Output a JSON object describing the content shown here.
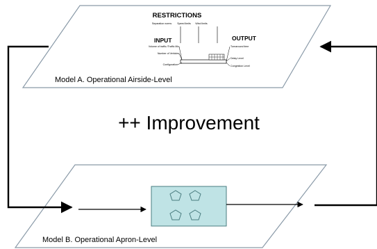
{
  "model_a": {
    "label": "Model A. Operational Airside-Level",
    "restrictions": {
      "title": "RESTRICTIONS",
      "items": [
        "Separation norms",
        "Speed limits",
        "Wind limits"
      ]
    },
    "input": {
      "title": "INPUT",
      "items": [
        "Volume of traffic /Traffic Mix",
        "Number of Vehicles",
        "Configuration"
      ]
    },
    "output": {
      "title": "OUTPUT",
      "items": [
        "Turnaround time",
        "Delay Level",
        "Congestion Level"
      ]
    }
  },
  "middle": {
    "text": "++ Improvement"
  },
  "model_b": {
    "label": "Model B. Operational Apron-Level"
  },
  "colors": {
    "plane_stroke": "#8a9aa8",
    "box_fill": "#bfe3e5",
    "box_stroke": "#4a7d80",
    "arrow": "#000000"
  }
}
